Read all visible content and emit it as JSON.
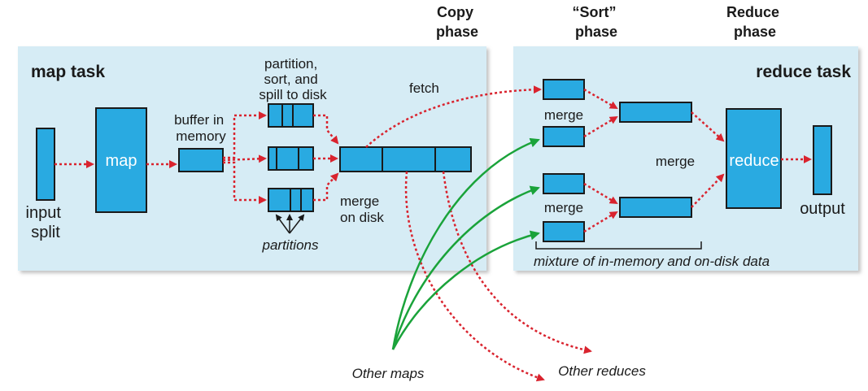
{
  "phases": {
    "copy": [
      "Copy",
      "phase"
    ],
    "sort": [
      "“Sort”",
      "phase"
    ],
    "reduce": [
      "Reduce",
      "phase"
    ]
  },
  "map_panel": {
    "title": "map task",
    "input_split": [
      "input",
      "split"
    ],
    "map_label": "map",
    "buffer": [
      "buffer in",
      "memory"
    ],
    "spill": [
      "partition,",
      "sort, and",
      "spill to disk"
    ],
    "partitions": "partitions",
    "merge_on_disk": [
      "merge",
      "on disk"
    ],
    "fetch": "fetch"
  },
  "reduce_panel": {
    "title": "reduce task",
    "merge_top": "merge",
    "merge_bottom": "merge",
    "merge_mid": "merge",
    "reduce_label": "reduce",
    "output": "output",
    "mixture": "mixture of in-memory and on-disk data"
  },
  "external": {
    "other_maps": "Other maps",
    "other_reduces": "Other reduces"
  },
  "colors": {
    "panel_fill": "#d6ecf5",
    "box_fill": "#29aae1",
    "box_stroke": "#1a1a1a",
    "red_arrow": "#d9232e",
    "green_arrow": "#1aa33a"
  }
}
